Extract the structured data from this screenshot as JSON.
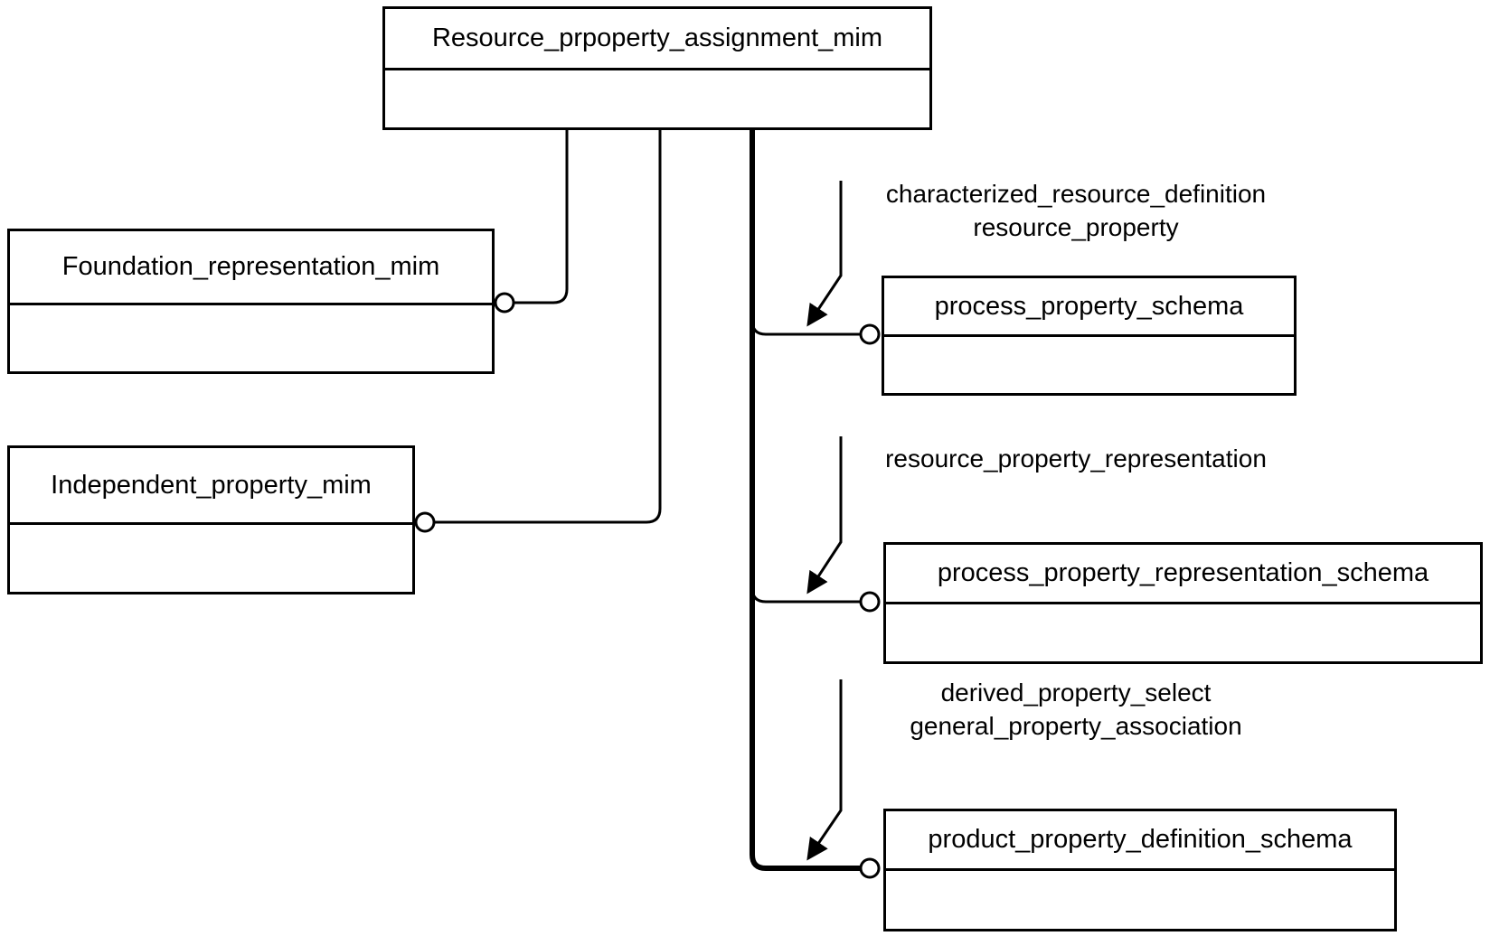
{
  "diagram": {
    "background_color": "#ffffff",
    "line_color": "#000000",
    "entities": {
      "resource_property_assignment": {
        "title": "Resource_prpoperty_assignment_mim"
      },
      "foundation_representation": {
        "title": "Foundation_representation_mim"
      },
      "independent_property": {
        "title": "Independent_property_mim"
      },
      "process_property_schema": {
        "title": "process_property_schema"
      },
      "process_property_representation_schema": {
        "title": "process_property_representation_schema"
      },
      "product_property_definition_schema": {
        "title": "product_property_definition_schema"
      }
    },
    "relationship_labels": {
      "rel1": {
        "line1": "characterized_resource_definition",
        "line2": "resource_property"
      },
      "rel2": {
        "line1": "resource_property_representation"
      },
      "rel3": {
        "line1": "derived_property_select",
        "line2": "general_property_association"
      }
    }
  }
}
